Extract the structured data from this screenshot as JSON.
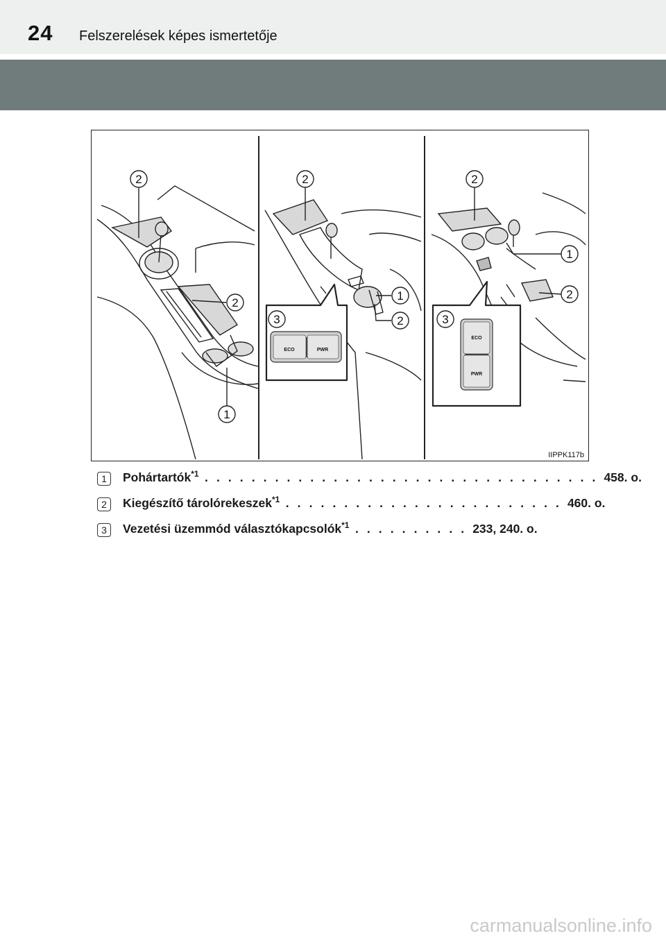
{
  "header": {
    "page_number": "24",
    "section_title": "Felszerelések képes ismertetője"
  },
  "figure": {
    "code": "IIPPK117b",
    "callouts": [
      "1",
      "2",
      "3"
    ],
    "switch_labels": {
      "eco": "ECO",
      "pwr": "PWR"
    }
  },
  "legend": [
    {
      "num": "1",
      "label": "Pohártartók",
      "note": "*1",
      "dots": " . . . . . . . . . . . . . . . . . . . . . . . . . . . . . . . . . . ",
      "page": "458. o."
    },
    {
      "num": "2",
      "label": "Kiegészítő tárolórekeszek",
      "note": "*1",
      "dots": " . . . . . . . . . . . . . . . . . . . . . . . . ",
      "page": "460. o."
    },
    {
      "num": "3",
      "label": "Vezetési üzemmód választókapcsolók",
      "note": "*1",
      "dots": "  . . . . . . . . . . ",
      "page": "233, 240. o."
    }
  ],
  "footer": {
    "watermark": "carmanualsonline.info"
  }
}
